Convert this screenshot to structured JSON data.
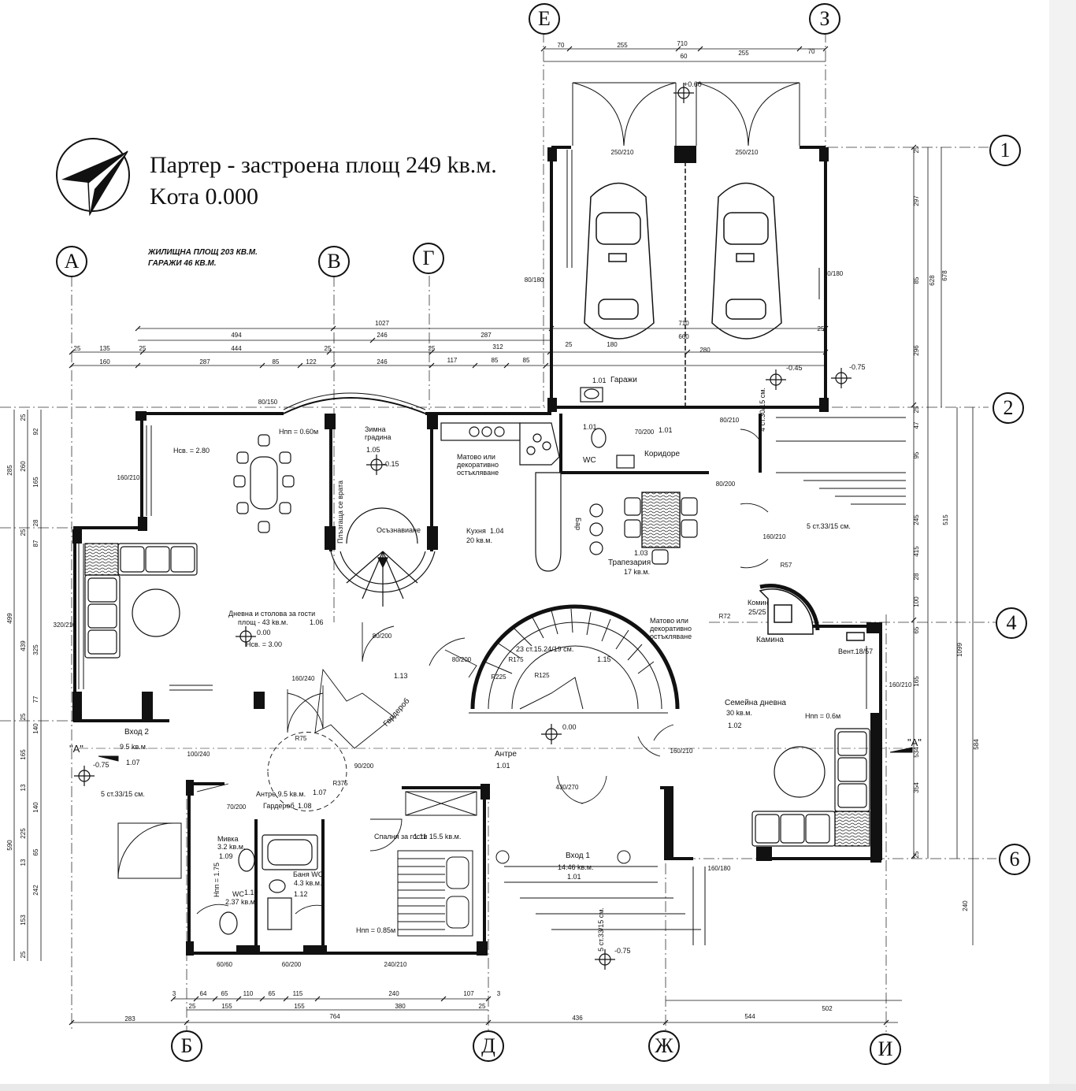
{
  "title": {
    "line1": "Партер - застроена площ  249 kв.м.",
    "line2": "Kота 0.000"
  },
  "info": {
    "living_area": "ЖИЛИЩНА ПЛОЩ 203 КВ.М.",
    "garages": "ГАРАЖИ 46 КВ.М."
  },
  "axes_letters": [
    "А",
    "В",
    "Г",
    "Е",
    "З",
    "Б",
    "Д",
    "Ж",
    "И"
  ],
  "axes_numbers": [
    "1",
    "2",
    "4",
    "6"
  ],
  "rooms": {
    "garage": {
      "num": "1.01",
      "name": "Гаражи"
    },
    "wc": {
      "num": "1.01",
      "name": "WC"
    },
    "corridor": {
      "num": "1.01",
      "name": "Коридоре"
    },
    "winter_garden": {
      "name": "Зимна градина",
      "num": "1.05"
    },
    "kitchen": {
      "name": "Kухня",
      "area": "20 kв.м.",
      "num": "1.04"
    },
    "dining": {
      "name": "Трапезария",
      "area": "17 kв.м.",
      "num": "1.03"
    },
    "bar": {
      "name": "Бар"
    },
    "living": {
      "name": "Дневна и столова за гости",
      "area": "площ - 43 kв.м.",
      "num": "1.06"
    },
    "family_living": {
      "name": "Семейна дневна",
      "area": "30 kв.м.",
      "num": "1.02"
    },
    "entrance2": {
      "name": "Вход 2",
      "area": "9.5 kв.м.",
      "num": "1.07"
    },
    "antre_guest": {
      "name": "Антре 9.5 kв.м.",
      "num": "1.07"
    },
    "wardrobe_guest": {
      "name": "Гардероб",
      "num": "1.08"
    },
    "sink": {
      "name": "Мивка",
      "area": "3.2 kв.м.",
      "num": "1.09"
    },
    "wc2": {
      "name": "WC",
      "area": "2.37 kв.м.",
      "num": "1.10"
    },
    "bath": {
      "name": "Баня WC",
      "area": "4.3 kв.м.",
      "num": "1.12"
    },
    "guest_bedroom": {
      "name": "Спалня за гости 15.5 kв.м.",
      "num": "1.11"
    },
    "antre": {
      "name": "Антре",
      "num": "1.01"
    },
    "entrance1": {
      "name": "Вход 1",
      "area": "14.46 kв.м.",
      "num": "1.01"
    },
    "wardrobe": {
      "name": "Гардероб",
      "num": "1.13"
    },
    "fireplace": {
      "name": "Камина"
    },
    "chimney": {
      "name": "Комин",
      "size": "25/25"
    }
  },
  "notes": {
    "matt_glass_1": "Матово или декоративно остъкляване",
    "matt_glass_2": "Матово или декоративно остъкляване",
    "glazing": "Осъзнавиане",
    "sliding_wall": "Плъзгаща се врата",
    "stair_main": "23 ст.15.24/19 см.",
    "stair_main_num": "1.15",
    "stair_entry": "5 ст.33/15 см.",
    "stair_entry2": "5 ст.33/15 см.",
    "stair_back": "5 ст.33/15 см.",
    "stair_garage": "4 ст.30/15 см.",
    "hnp_060": "Hпп = 0.60м",
    "hnp_06": "Hпп = 0.6м",
    "hnp_085": "Hпп = 0.85м",
    "hnp_175": "Hпп = 1.75",
    "hsv_280": "Hсв. = 2.80",
    "hsv_300": "Hсв. = 3.00",
    "section_a": "\"А\"",
    "ventilation": "Вент.18/57"
  },
  "levels": {
    "zero": "0.00",
    "minus015": "-0.15",
    "minus045": "-0.45",
    "minus075": "-0.75",
    "plus060": "+0.60",
    "zero000": "0.00"
  },
  "dims_top": [
    "70",
    "255",
    "710",
    "60",
    "255",
    "70"
  ],
  "dims_row1": [
    "1027",
    "494",
    "246",
    "287",
    "710"
  ],
  "dims_row2": [
    "25",
    "135",
    "25",
    "444",
    "25",
    "25",
    "312",
    "25",
    "660",
    "25"
  ],
  "dims_row3": [
    "160",
    "287",
    "85",
    "122",
    "246",
    "117",
    "85",
    "85",
    "180",
    "280"
  ],
  "dims_bottom1": [
    "3",
    "64",
    "65",
    "110",
    "65",
    "115",
    "240",
    "107",
    "3"
  ],
  "dims_bottom2": [
    "25",
    "155",
    "155",
    "380",
    "25"
  ],
  "dims_bottom3": [
    "283",
    "764",
    "436",
    "544",
    "502"
  ],
  "dims_right": [
    "25",
    "297",
    "85",
    "296",
    "25",
    "47",
    "95",
    "245",
    "415",
    "28",
    "100",
    "65",
    "165",
    "534",
    "354",
    "25"
  ],
  "dims_right_totals": [
    "678",
    "628",
    "515",
    "1099",
    "584",
    "240"
  ],
  "dims_left": [
    "25",
    "92",
    "165",
    "260",
    "28",
    "25",
    "87",
    "439",
    "325",
    "77",
    "25",
    "140",
    "165",
    "13",
    "140",
    "225",
    "65",
    "13",
    "242",
    "153",
    "25"
  ],
  "dims_left_totals": [
    "285",
    "499",
    "590"
  ],
  "doors": [
    "80/150",
    "160/210",
    "320/210",
    "80/180",
    "250/210",
    "250/210",
    "80/180",
    "70/200",
    "80/200",
    "80/210",
    "160/210",
    "160/210",
    "80/200",
    "90/200",
    "100/240",
    "80/200",
    "160/240",
    "70/200",
    "60/60",
    "160/210",
    "240/210",
    "60/200",
    "430/270",
    "160/180"
  ],
  "radii": [
    "R75",
    "R375",
    "R72",
    "R125",
    "R225",
    "R175",
    "R57"
  ]
}
